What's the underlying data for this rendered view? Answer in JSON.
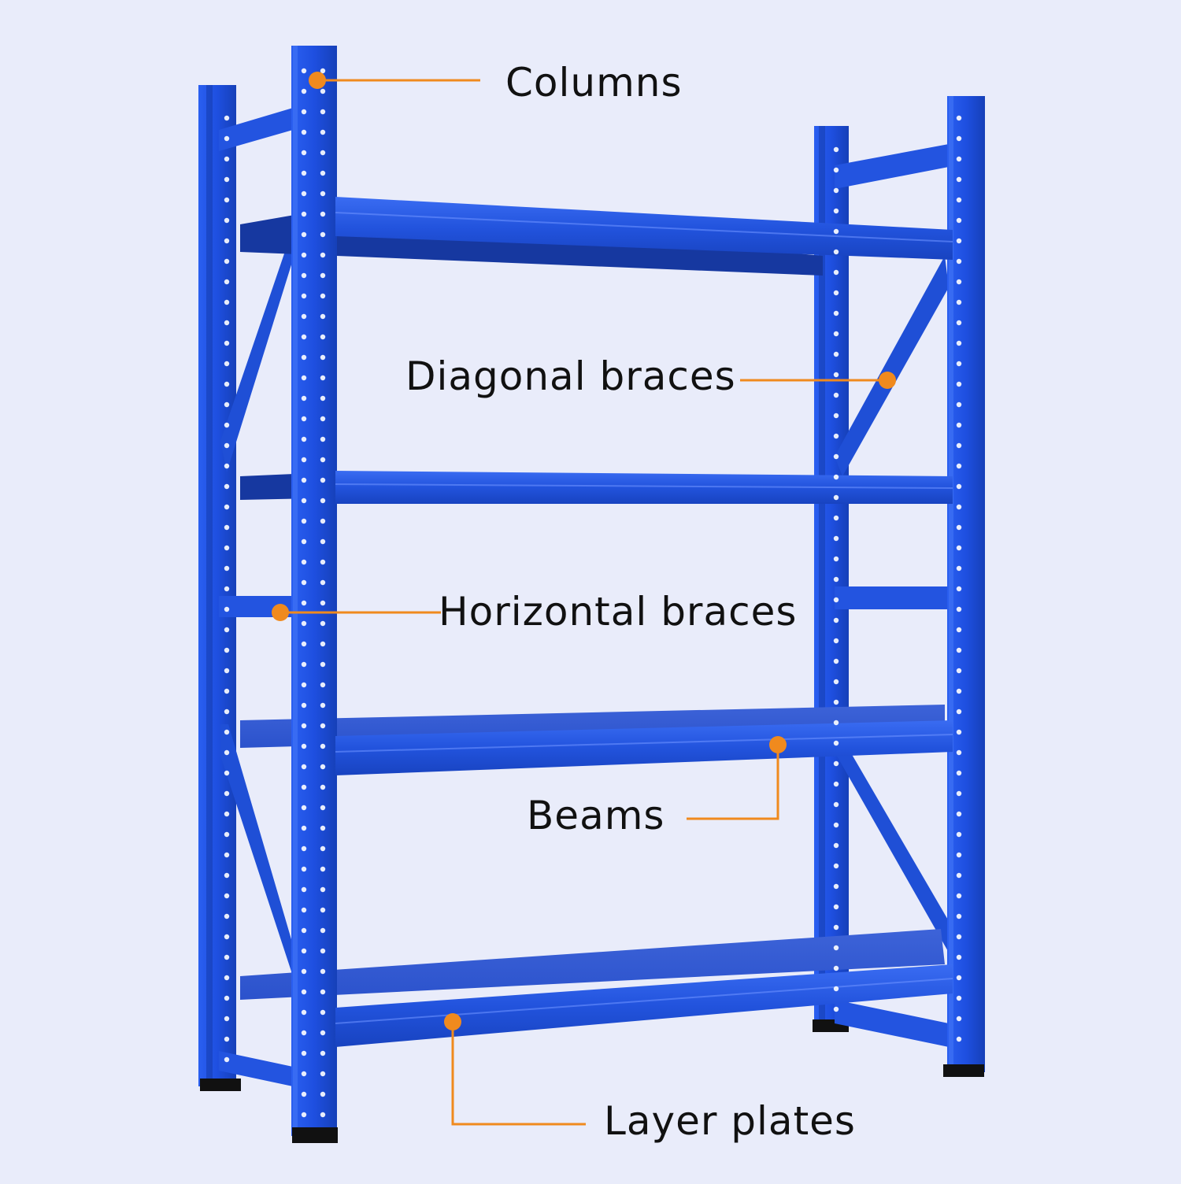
{
  "colors": {
    "background": "#e9ecfa",
    "rack_blue": "#1f4fd6",
    "rack_dark": "#133aa6",
    "rack_light": "#3f6ff0",
    "callout_orange": "#f08a1e",
    "text": "#111111"
  },
  "labels": {
    "columns": "Columns",
    "diagonal_braces": "Diagonal braces",
    "horizontal_braces": "Horizontal braces",
    "beams": "Beams",
    "layer_plates": "Layer plates"
  }
}
